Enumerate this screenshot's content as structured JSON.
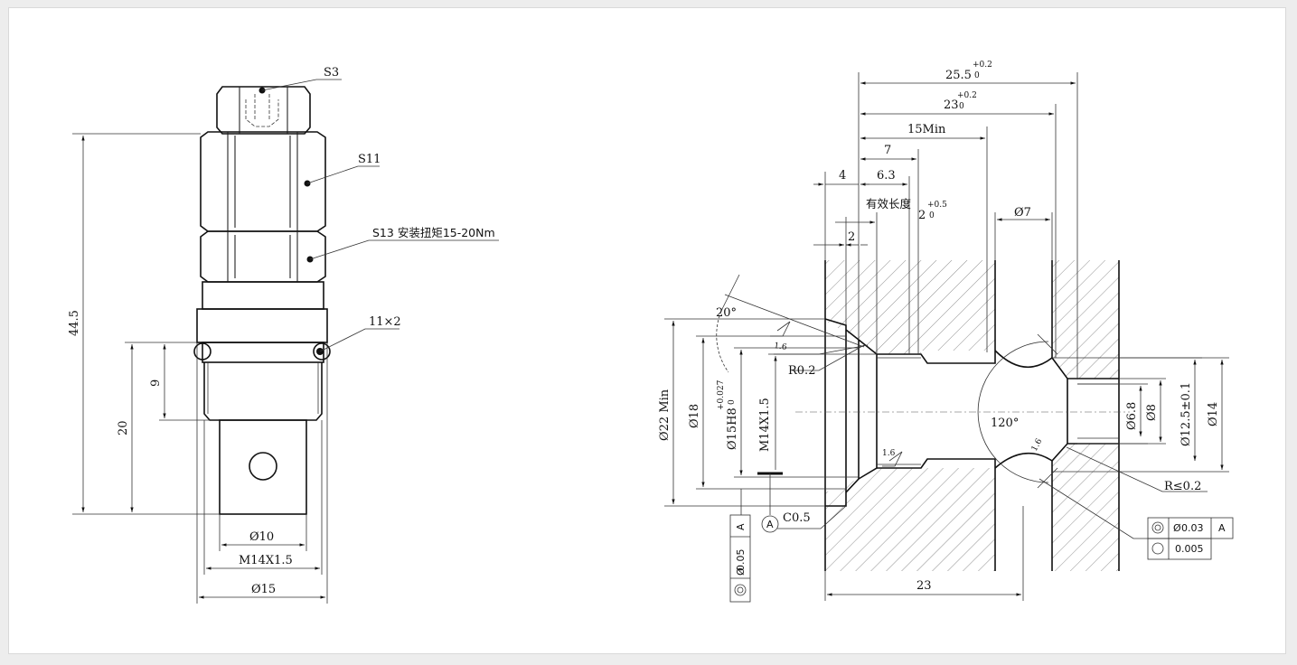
{
  "left_view": {
    "labels": {
      "s3": "S3",
      "s11": "S11",
      "s13": "S13 安装扭矩15-20Nm",
      "oring": "11×2"
    },
    "dims": {
      "overall_length": "44.5",
      "length_20": "20",
      "length_9": "9",
      "dia_10": "Ø10",
      "thread": "M14X1.5",
      "dia_15": "Ø15"
    }
  },
  "right_view": {
    "dims": {
      "d25_5": "25.5",
      "d25_5_tol_upper": "+0.2",
      "d25_5_tol_lower": "0",
      "d23": "23",
      "d23_tol_upper": "+0.2",
      "d23_tol_lower": "0",
      "d15min": "15Min",
      "d7": "7",
      "d6_3": "6.3",
      "d4": "4",
      "effective_length": "有效长度",
      "d2_tol": "2",
      "d2_tol_upper": "+0.5",
      "d2_tol_lower": "0",
      "d2": "2",
      "dia7": "Ø7",
      "angle20": "20°",
      "finish_top": "1.6",
      "r02": "R0.2",
      "dia22": "Ø22 Min",
      "dia18": "Ø18",
      "dia15h8": "Ø15H8",
      "dia15h8_tol_upper": "+0.027",
      "dia15h8_tol_lower": "0",
      "thread": "M14X1.5",
      "finish_bottom": "1.6",
      "angle120": "120°",
      "finish_cone": "1.6",
      "dia6_8": "Ø6.8",
      "dia8": "Ø8",
      "dia12_5": "Ø12.5±0.1",
      "dia14": "Ø14",
      "r_max": "R≤0.2",
      "c05": "C0.5",
      "datum": "A",
      "bottom23": "23"
    },
    "fcf_left": {
      "value": "0.05",
      "datum": "A"
    },
    "fcf_right": [
      {
        "value": "0.03",
        "datum": "A"
      },
      {
        "value": "0.005",
        "datum": ""
      }
    ]
  }
}
